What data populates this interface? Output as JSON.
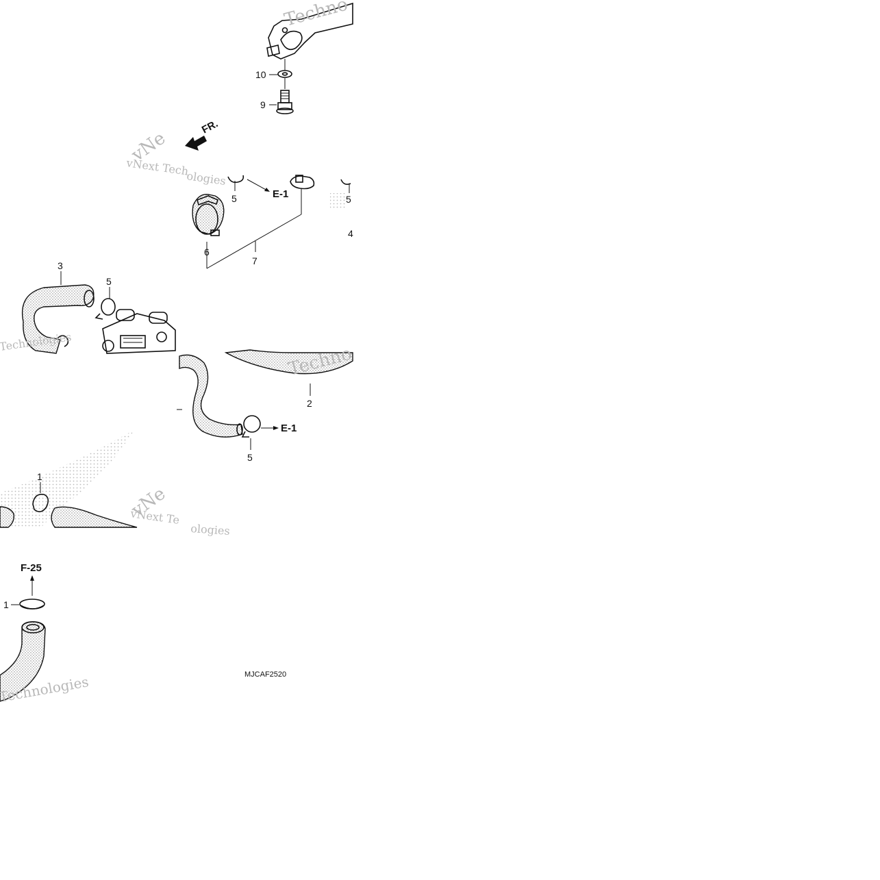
{
  "diagram": {
    "callouts": {
      "c10": "10",
      "c9": "9",
      "c5a": "5",
      "c5b": "5",
      "c6": "6",
      "c7": "7",
      "c3": "3",
      "c5c": "5",
      "c2": "2",
      "c5d": "5",
      "c1a": "1",
      "c1b": "1",
      "c4": "4"
    },
    "references": {
      "e1_top": "E-1",
      "e1_mid": "E-1",
      "f25": "F-25"
    },
    "direction_label": "FR.",
    "diagram_code": "MJCAF2520",
    "watermarks": {
      "w1": "Techno",
      "w2": "vNext Tech",
      "w3": "ologies",
      "w4": "vNe",
      "w5": "Technologies",
      "w6": "vNext Te",
      "w7": "ologies",
      "w8": "Technologies",
      "w9": "vNe",
      "w10": "Techno"
    }
  }
}
